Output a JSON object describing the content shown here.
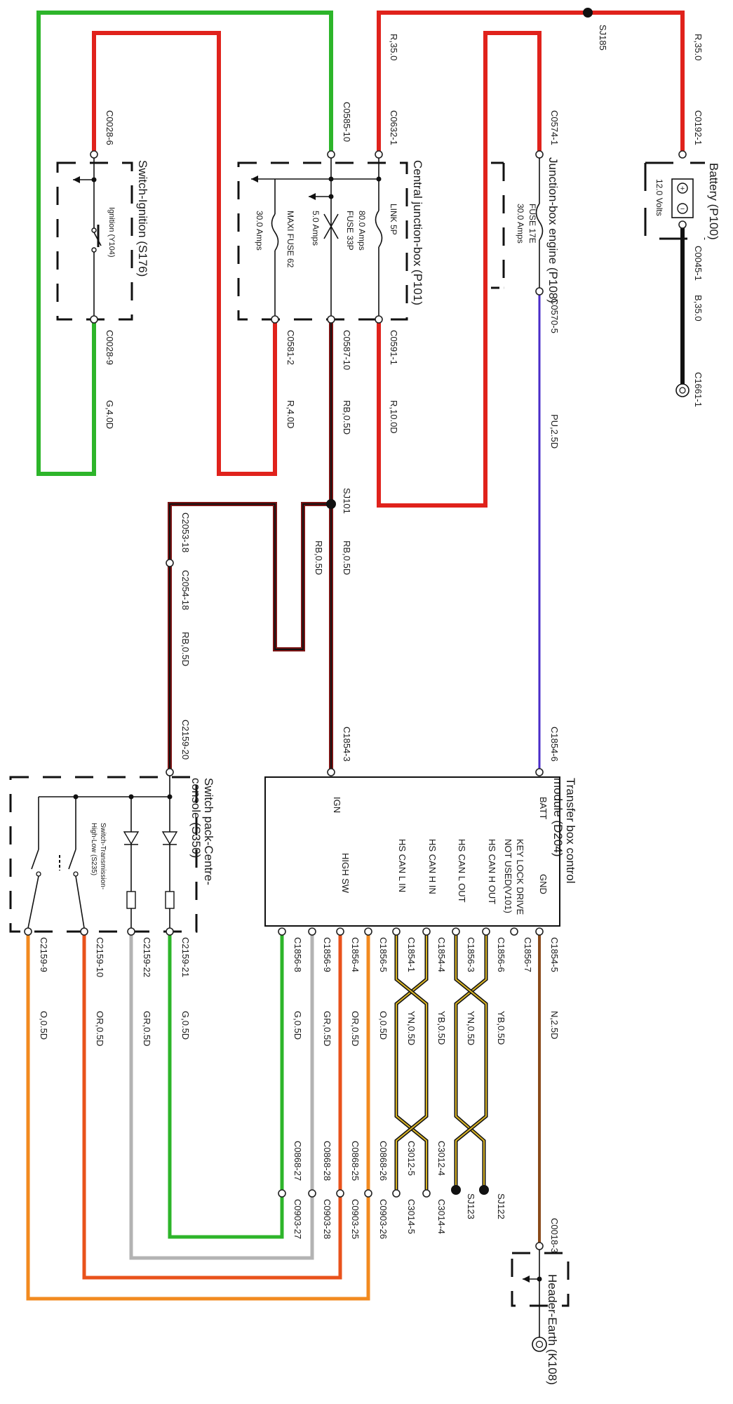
{
  "components": {
    "battery": {
      "title": "Battery (P100)",
      "voltage": "12.0 Volts"
    },
    "junction_engine": {
      "title": "Junction-box engine (P108)",
      "fuse": "FUSE 17E",
      "rating": "30.0 Amps"
    },
    "central_junction": {
      "title": "Central junction-box (P101)",
      "link": "LINK 5P",
      "link_rating": "80.0 Amps",
      "fuse": "FUSE 33P",
      "fuse_rating": "5.0 Amps",
      "maxi": "MAXI FUSE 62",
      "maxi_rating": "30.0 Amps"
    },
    "ignition": {
      "title": "Switch-Ignition (S176)",
      "inner": "Ignition (Y104)"
    },
    "module": {
      "title": "Transfer box control module (D204)",
      "pins": [
        "BATT",
        "GND",
        "KEY LOCK DRIVE",
        "NOT USED(V101)",
        "HS CAN H OUT",
        "HS CAN L OUT",
        "HS CAN H IN",
        "HS CAN L IN",
        "HIGH SW",
        "IGN"
      ]
    },
    "switch_pack": {
      "title": "Switch pack-Centre-console (S350)",
      "inner": "Switch-Transmission-High-Low (S235)"
    },
    "header_earth": {
      "title": "Header-Earth (K108)"
    }
  },
  "connectors": {
    "c0192_1": "C0192-1",
    "c0045_1": "C0045-1",
    "c1661_1": "C1661-1",
    "sj185": "SJ185",
    "c0574_1": "C0574-1",
    "c0570_5": "C0570-5",
    "c0632_1": "C0632-1",
    "c0591_1": "C0591-1",
    "c0585_10": "C0585-10",
    "c0587_10": "C0587-10",
    "c0581_2": "C0581-2",
    "c0028_6": "C0028-6",
    "c0028_9": "C0028-9",
    "sj101": "SJ101",
    "c2053_18": "C2053-18",
    "c2054_18": "C2054-18",
    "c2159_20": "C2159-20",
    "c1854_3": "C1854-3",
    "c1854_6": "C1854-6",
    "c1854_5": "C1854-5",
    "c1856_7": "C1856-7",
    "c1856_6": "C1856-6",
    "c1856_3": "C1856-3",
    "c1854_4": "C1854-4",
    "c1854_1": "C1854-1",
    "c1856_5": "C1856-5",
    "c1856_4": "C1856-4",
    "c1856_9": "C1856-9",
    "c1856_8": "C1856-8",
    "c2159_21": "C2159-21",
    "c2159_22": "C2159-22",
    "c2159_10": "C2159-10",
    "c2159_9": "C2159-9",
    "c0018_3": "C0018-3",
    "sj122": "SJ122",
    "sj123": "SJ123",
    "c3012_4": "C3012-4",
    "c3014_4": "C3014-4",
    "c3012_5": "C3012-5",
    "c3014_5": "C3014-5",
    "c0868_26": "C0868-26",
    "c0903_26": "C0903-26",
    "c0868_25": "C0868-25",
    "c0903_25": "C0903-25",
    "c0868_28": "C0868-28",
    "c0903_28": "C0903-28",
    "c0868_27": "C0868-27",
    "c0903_27": "C0903-27"
  },
  "wires": {
    "r_35_a": "R,35.0",
    "r_35_b": "R,35.0",
    "b_35": "B,35.0",
    "pu_25": "PU,2.5D",
    "r_10": "R,10.0D",
    "rb_05_a": "RB,0.5D",
    "r_40": "R,4.0D",
    "g_40": "G,4.0D",
    "rb_05_b": "RB,0.5D",
    "rb_05_c": "RB,0.5D",
    "rb_05_d": "RB,0.5D",
    "n_25": "N,2.5D",
    "yb_05_a": "YB,0.5D",
    "yn_05_a": "YN,0.5D",
    "yb_05_b": "YB,0.5D",
    "yn_05_b": "YN,0.5D",
    "o_05_a": "O,0.5D",
    "or_05_a": "OR,0.5D",
    "gr_05_a": "GR,0.5D",
    "g_05_a": "G,0.5D",
    "g_05_b": "G,0.5D",
    "gr_05_b": "GR,0.5D",
    "or_05_b": "OR,0.5D",
    "o_05_b": "O,0.5D"
  },
  "colors": {
    "red": "#e0221c",
    "green": "#2db52a",
    "black": "#111111",
    "purple": "#4a2cc8",
    "brown_red": "#7a1414",
    "yellow": "#d9b426",
    "brown": "#8a4a1a",
    "orange": "#f28a1f",
    "orange_red": "#e9521b",
    "grey": "#b3b3b3"
  }
}
